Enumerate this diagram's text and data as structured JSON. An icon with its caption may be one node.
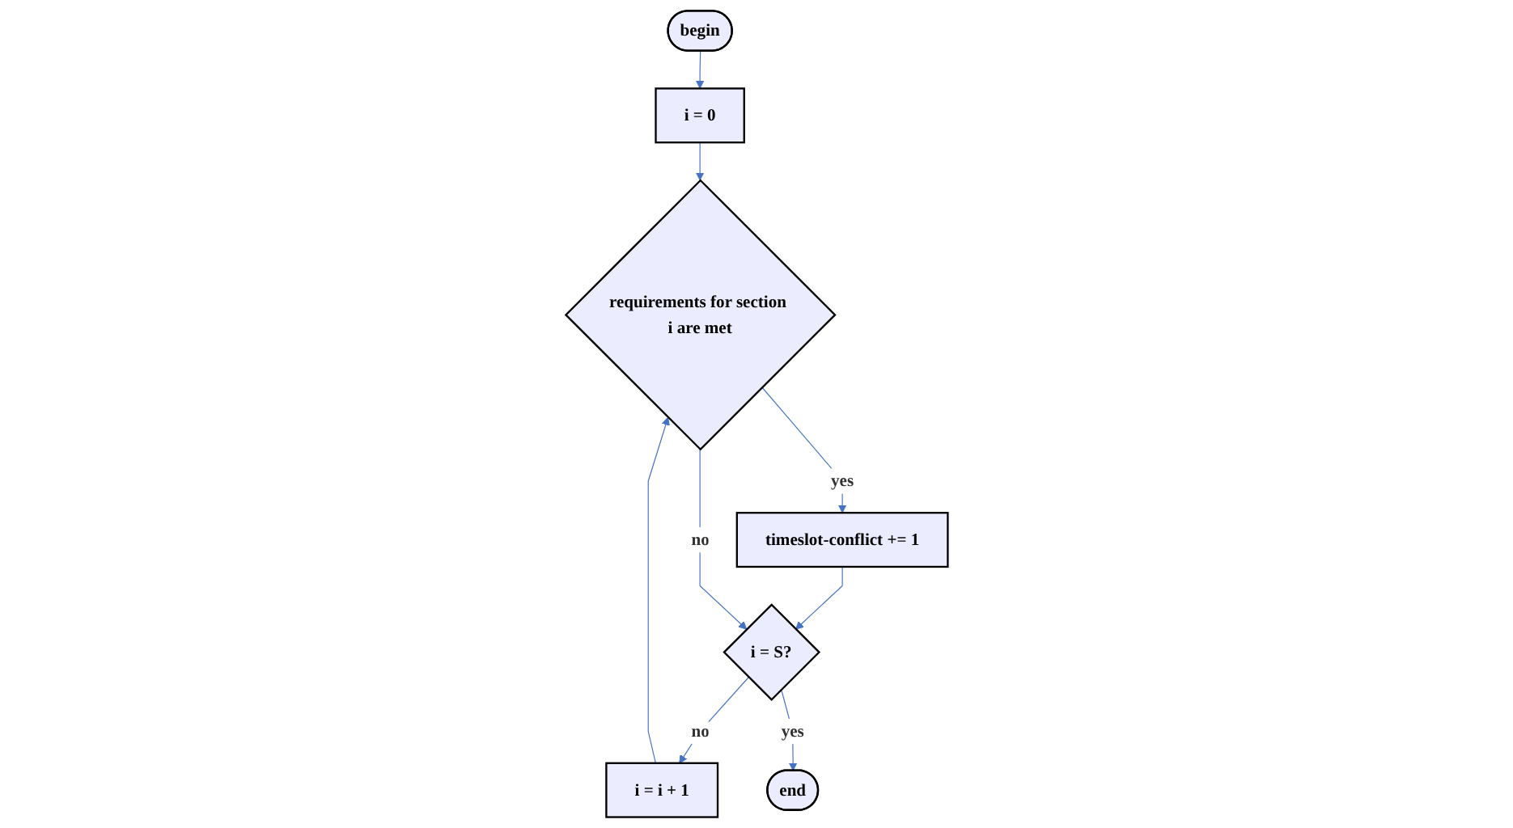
{
  "diagram": {
    "nodes": [
      {
        "text": [
          "begin"
        ]
      },
      {
        "text": [
          "i = 0"
        ]
      },
      {
        "text": [
          "requirements for section i are met"
        ]
      },
      {
        "text": [
          "timeslot-conflict += 1"
        ]
      },
      {
        "text": [
          "i = S?"
        ]
      },
      {
        "text": [
          "i = i + 1"
        ]
      },
      {
        "text": [
          "end"
        ]
      }
    ],
    "edges": [
      {
        "from": 0,
        "to": 1,
        "arrow": "to"
      },
      {
        "from": 1,
        "to": 2,
        "arrow": "to"
      },
      {
        "from": 2,
        "to": 3,
        "arrow": "to",
        "label": "yes"
      },
      {
        "from": 3,
        "to": 4,
        "arrow": "to"
      },
      {
        "from": 2,
        "to": 4,
        "arrow": "to",
        "label": "no"
      },
      {
        "from": 4,
        "to": 5,
        "arrow": "to",
        "label": "no"
      },
      {
        "from": 5,
        "to": 2,
        "arrow": "to"
      },
      {
        "from": 4,
        "to": 6,
        "arrow": "to",
        "label": "yes"
      }
    ]
  }
}
